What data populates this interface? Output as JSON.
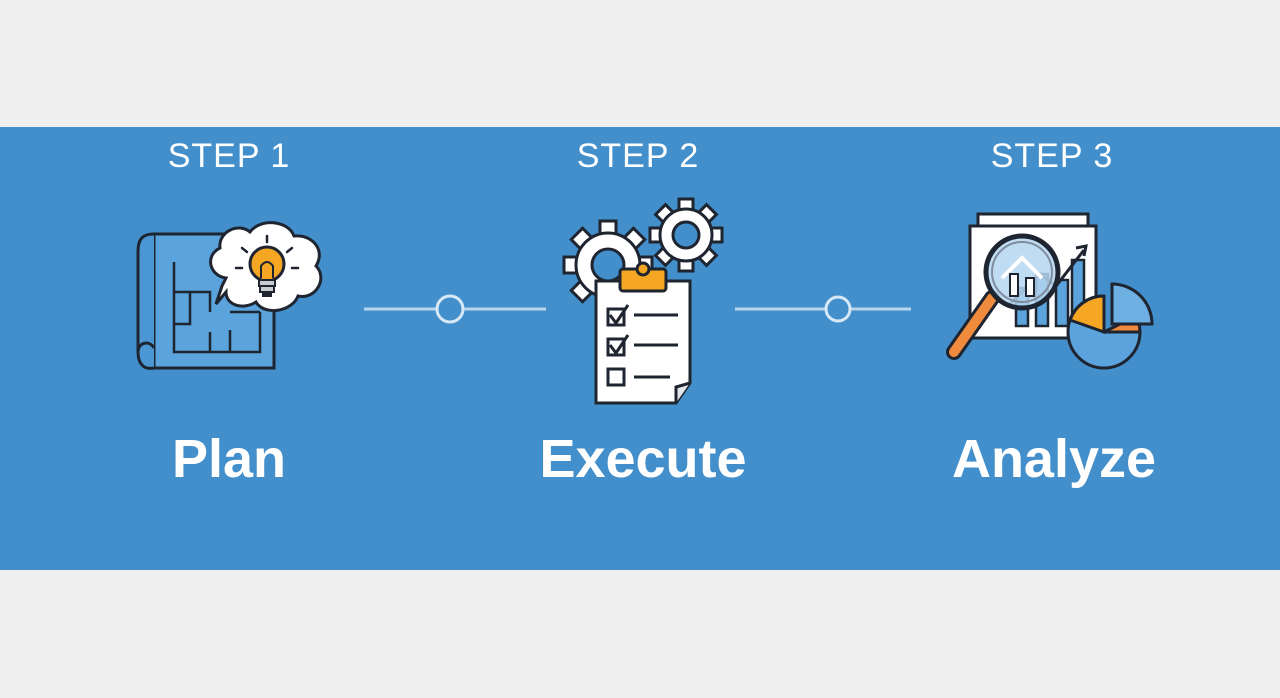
{
  "steps": [
    {
      "label": "STEP 1",
      "title": "Plan",
      "icon": "blueprint-lightbulb-icon"
    },
    {
      "label": "STEP 2",
      "title": "Execute",
      "icon": "gears-checklist-icon"
    },
    {
      "label": "STEP 3",
      "title": "Analyze",
      "icon": "magnifier-chart-icon"
    }
  ],
  "colors": {
    "band": "#428fcb",
    "background": "#efefef",
    "accent_orange": "#f5a623",
    "text": "#ffffff",
    "outline": "#1e2430"
  }
}
